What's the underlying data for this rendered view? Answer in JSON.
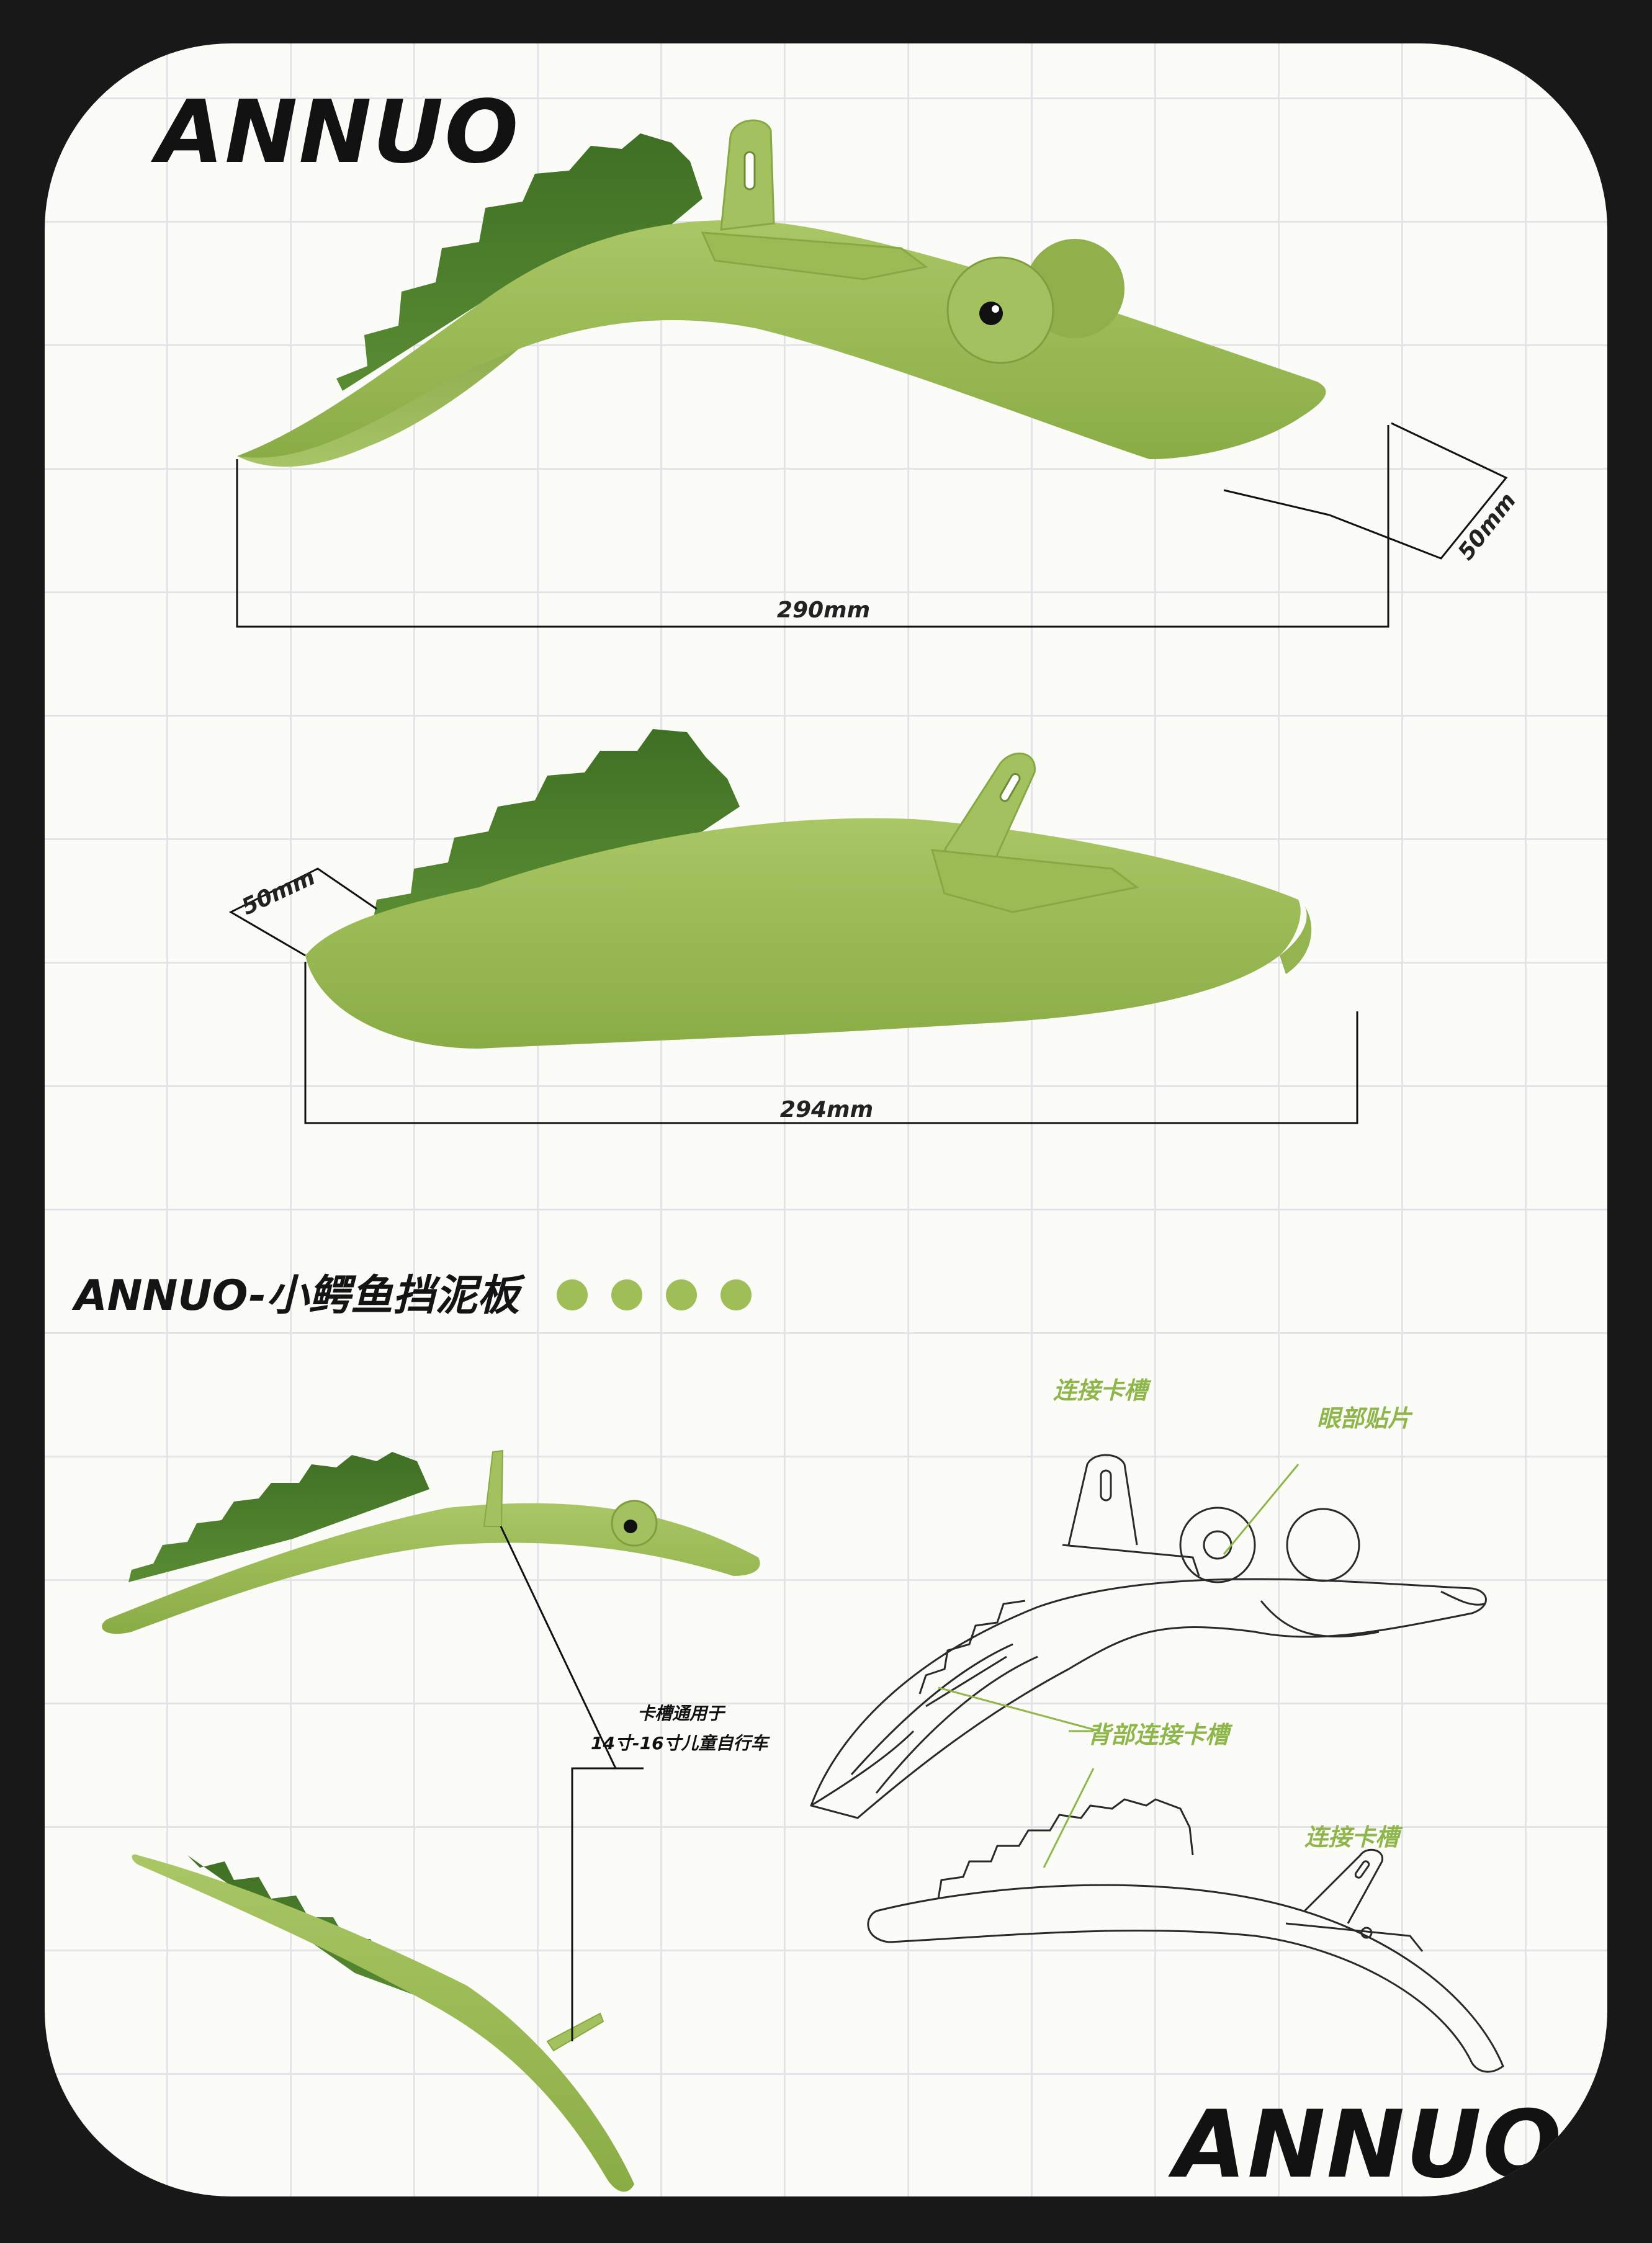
{
  "brand": {
    "top": "ANNUO",
    "bottom": "ANNUO"
  },
  "dimensions": {
    "top_length": "290mm",
    "top_width": "50mm",
    "mid_length": "294mm",
    "mid_width": "50mm"
  },
  "product_title": "ANNUO-小鳄鱼挡泥板",
  "callouts": {
    "connect_slot_top": "连接卡槽",
    "eye_sticker": "眼部贴片",
    "back_connect_slot": "背部连接卡槽",
    "connect_slot_bottom": "连接卡槽"
  },
  "note": {
    "line1": "卡槽通用于",
    "line2": "14寸-16寸儿童自行车"
  },
  "colors": {
    "body_green": "#9fbe57",
    "dark_green": "#4b7f2c",
    "accent_green": "#8fb64a",
    "frame": "#181818"
  }
}
